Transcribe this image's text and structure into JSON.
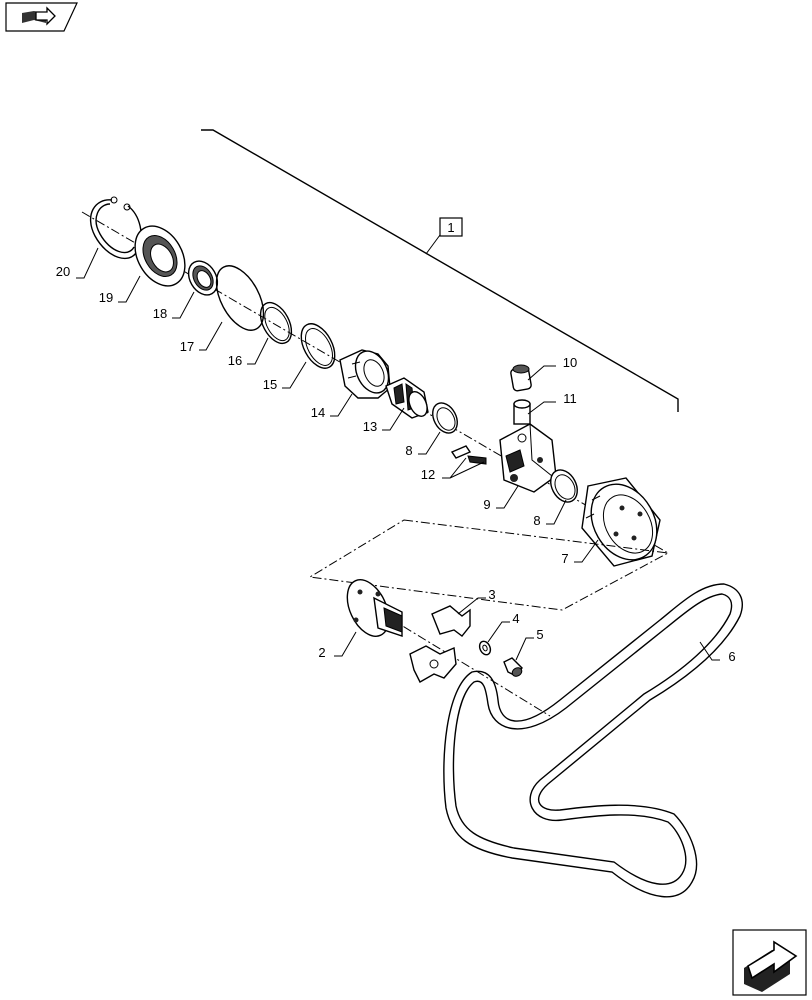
{
  "nav": {
    "top_icon": "book-arrow-icon",
    "bottom_icon": "next-page-arrow-icon"
  },
  "assembly_label": "1",
  "callouts": {
    "p2": "2",
    "p3": "3",
    "p4": "4",
    "p5": "5",
    "p6": "6",
    "p7": "7",
    "p8a": "8",
    "p8b": "8",
    "p9": "9",
    "p10": "10",
    "p11": "11",
    "p12": "12",
    "p13": "13",
    "p14": "14",
    "p15": "15",
    "p16": "16",
    "p17": "17",
    "p18": "18",
    "p19": "19",
    "p20": "20"
  }
}
